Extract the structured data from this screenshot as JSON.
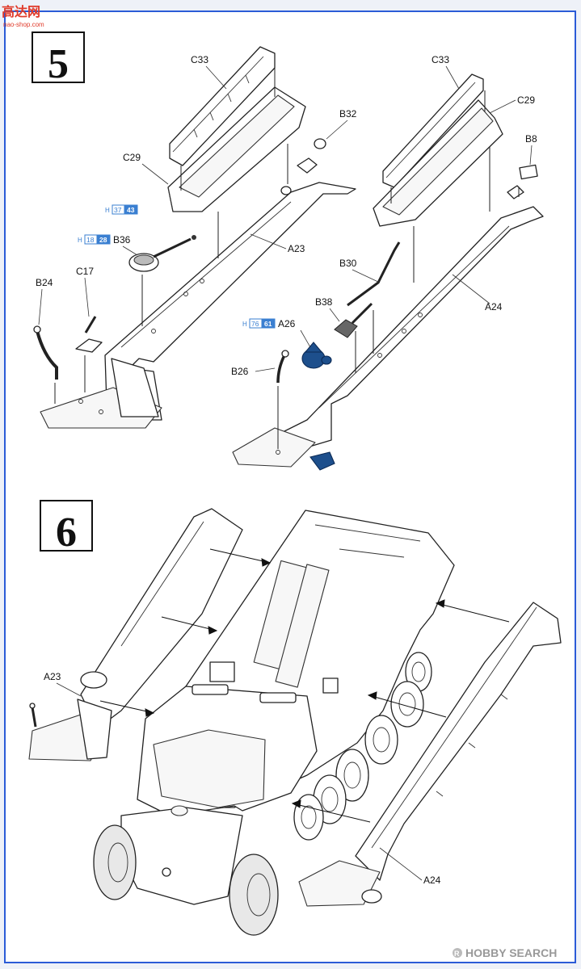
{
  "watermark_top": {
    "chars": "高达网",
    "url": "nao-shop.com"
  },
  "watermark_bottom": {
    "text": "HOBBY SEARCH",
    "mark": "R"
  },
  "step5": {
    "number": "5",
    "labels": {
      "c33_left": "C33",
      "c29_left": "C29",
      "b32": "B32",
      "a23": "A23",
      "b36": "B36",
      "c17": "C17",
      "b24": "B24",
      "c33_right": "C33",
      "c29_right": "C29",
      "b8": "B8",
      "b30": "B30",
      "b38": "B38",
      "a26": "A26",
      "a24": "A24",
      "b26": "B26"
    },
    "badges": [
      {
        "h": "H",
        "a": "37",
        "b": "43"
      },
      {
        "h": "H",
        "a": "18",
        "b": "28"
      },
      {
        "h": "H",
        "a": "76",
        "b": "61"
      }
    ]
  },
  "step6": {
    "number": "6",
    "labels": {
      "a23": "A23",
      "a24": "A24"
    }
  },
  "colors": {
    "paint_blue": "#1d4f8c",
    "badge_blue": "#3a7fd1",
    "frame": "#2b5bd7"
  }
}
